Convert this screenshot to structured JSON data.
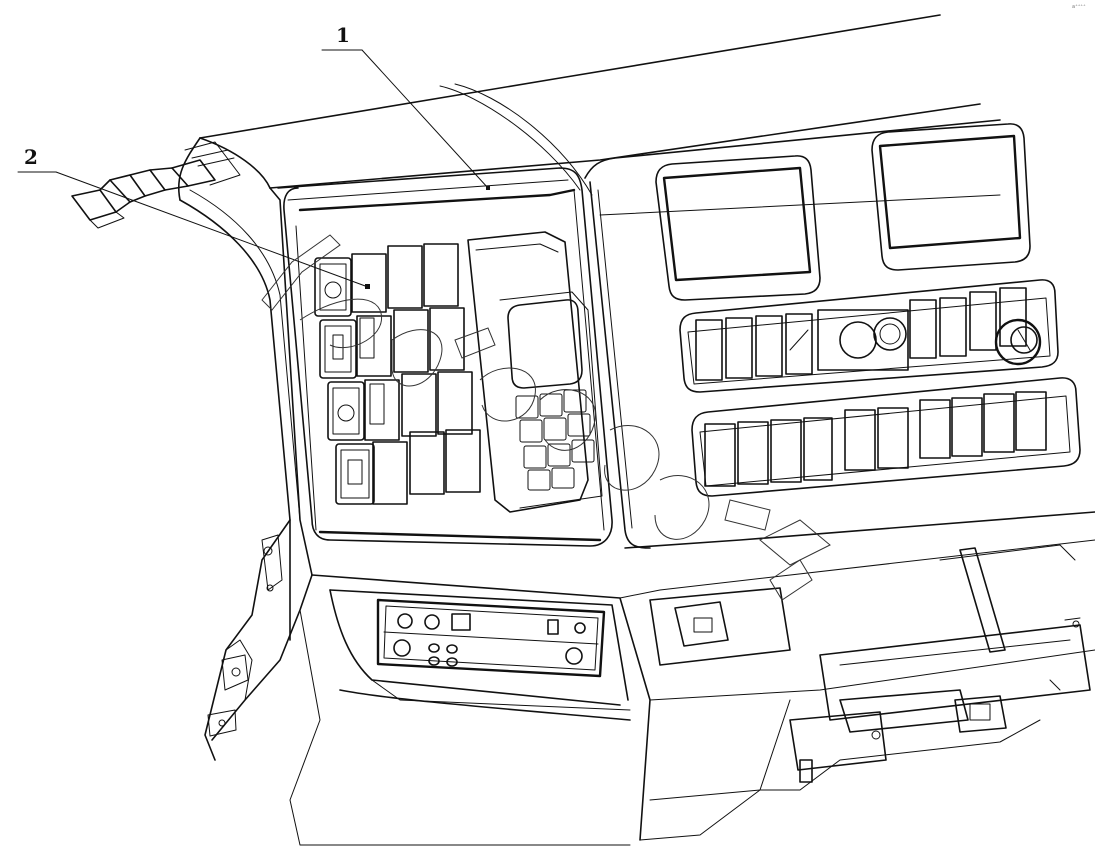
{
  "callouts": [
    {
      "id": "1",
      "label": "1"
    },
    {
      "id": "2",
      "label": "2"
    }
  ],
  "corner_mark": "a⁺⁺⁺⁺",
  "watermark_icon": "diagonal-outline-lettering",
  "colors": {
    "line": "#111111",
    "background": "#ffffff"
  }
}
